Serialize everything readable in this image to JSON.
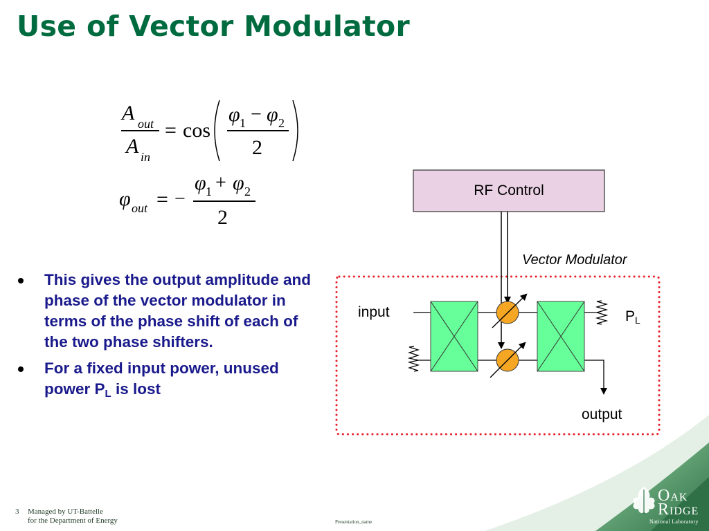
{
  "slide": {
    "title": "Use of Vector Modulator",
    "equations": {
      "eq1": {
        "num_A": "A",
        "num_sub": "out",
        "den_A": "A",
        "den_sub": "in",
        "equals": "=",
        "func": "cos",
        "phi1": "φ",
        "sub1": "1",
        "minus": "−",
        "phi2": "φ",
        "sub2": "2",
        "denom": "2"
      },
      "eq2": {
        "phi": "φ",
        "sub": "out",
        "equals": "=",
        "neg": "−",
        "phi1": "φ",
        "sub1": "1",
        "plus": "+",
        "phi2": "φ",
        "sub2": "2",
        "denom": "2"
      }
    },
    "bullets": {
      "b1": "This gives the output amplitude and phase of the vector modulator in terms of the phase shift of each of the two phase shifters.",
      "b2_pre": "For a fixed input power, unused power P",
      "b2_sub": "L",
      "b2_post": " is lost"
    },
    "diagram": {
      "rf_control": "RF Control",
      "vector_modulator": "Vector Modulator",
      "input": "input",
      "output": "output",
      "pl_main": "P",
      "pl_sub": "L",
      "colors": {
        "hybrid_fill": "#66ff99",
        "phase_shifter_fill": "#f5a623",
        "rf_box_fill": "#ead1e4",
        "dotted_border": "#e8202a"
      }
    },
    "footer": {
      "page_number": "3",
      "managed_line1": "Managed by UT-Battelle",
      "managed_line2": "for the Department of Energy",
      "presentation": "Presentation_name"
    },
    "logo": {
      "line1_O": "O",
      "line1_rest": "AK",
      "line2_R": "R",
      "line2_rest": "IDGE",
      "line3": "National Laboratory",
      "icon": "oak-leaf-icon"
    },
    "colors": {
      "title": "#006b3f",
      "bullet_text": "#1a1a8c",
      "logo_green": "#3f8a5a"
    }
  }
}
